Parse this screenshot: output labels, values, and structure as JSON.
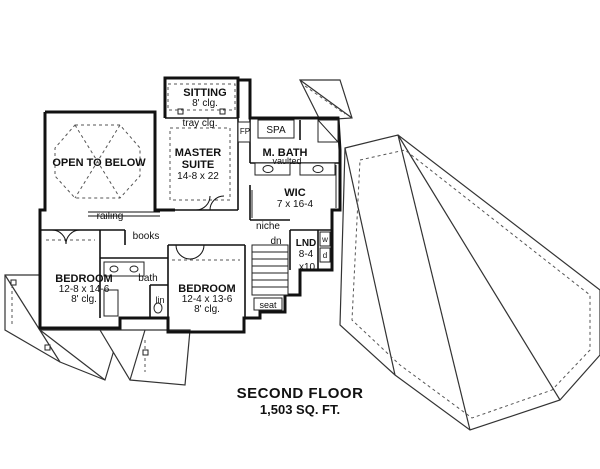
{
  "rooms": {
    "sitting": {
      "name": "SITTING",
      "detail": "8' clg."
    },
    "tray": {
      "label": "tray clg."
    },
    "master": {
      "line1": "MASTER",
      "line2": "SUITE",
      "size": "14-8 x 22"
    },
    "fp": {
      "label": "FP"
    },
    "spa": {
      "label": "SPA"
    },
    "mbath": {
      "name": "M. BATH",
      "detail": "vaulted"
    },
    "wic": {
      "name": "WIC",
      "size": "7 x 16-4"
    },
    "open": {
      "label": "OPEN TO BELOW"
    },
    "railing": {
      "label": "railing"
    },
    "books": {
      "label": "books"
    },
    "niche": {
      "label": "niche"
    },
    "lnd": {
      "name": "LND",
      "size1": "8-4",
      "size2": "x10",
      "w": "w",
      "d": "d"
    },
    "dn": {
      "label": "dn"
    },
    "bed1": {
      "name": "BEDROOM",
      "size": "12-8 x 14-6",
      "detail": "8' clg."
    },
    "bath": {
      "label": "bath"
    },
    "lin": {
      "label": "lin"
    },
    "bed2": {
      "name": "BEDROOM",
      "size": "12-4 x 13-6",
      "detail": "8' clg."
    },
    "seat": {
      "label": "seat"
    }
  },
  "caption": {
    "title": "SECOND FLOOR",
    "area": "1,503 SQ. FT."
  }
}
